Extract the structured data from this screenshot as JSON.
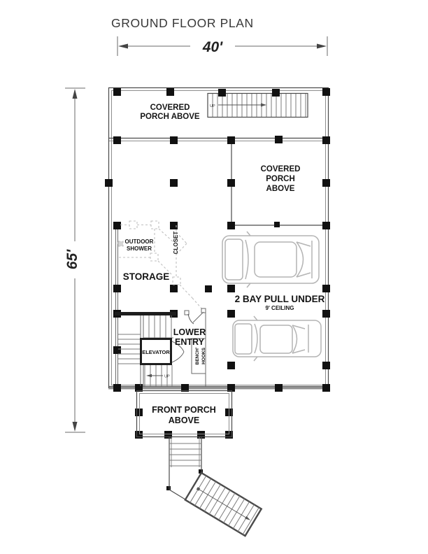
{
  "title": "GROUND FLOOR PLAN",
  "dimensions": {
    "width": "40'",
    "height": "65'"
  },
  "labels": {
    "covered_porch_top": [
      "COVERED",
      "PORCH ABOVE"
    ],
    "covered_porch_right": [
      "COVERED",
      "PORCH",
      "ABOVE"
    ],
    "outdoor_shower": [
      "OUTDOOR",
      "SHOWER"
    ],
    "closet": "CLOSET",
    "storage": "STORAGE",
    "garage": "2 BAY PULL UNDER",
    "garage_ceiling": "9' CEILING",
    "lower_entry": [
      "LOWER",
      "ENTRY"
    ],
    "elevator": "ELEVATOR",
    "bench_hooks": [
      "BENCH'",
      "HOOKS"
    ],
    "front_porch": [
      "FRONT PORCH",
      "ABOVE"
    ],
    "stair_up_top": "UP",
    "stair_up_lower": "UP"
  },
  "colors": {
    "line": "#4a4a4a",
    "post": "#111111",
    "dashed": "#bfbfbf",
    "car": "#b4b4b4"
  }
}
